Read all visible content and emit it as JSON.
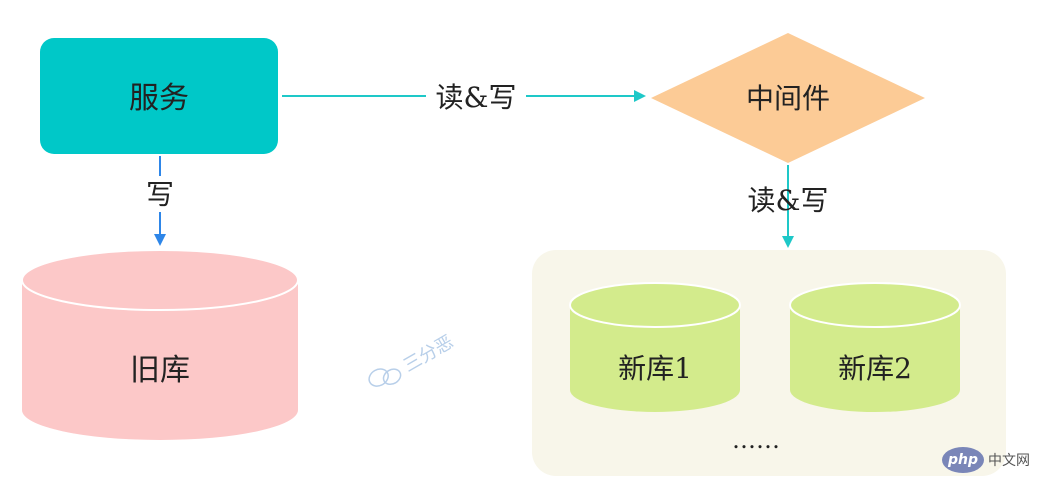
{
  "nodes": {
    "service": "服务",
    "middleware": "中间件",
    "old_db": "旧库",
    "new_db_1": "新库1",
    "new_db_2": "新库2",
    "ellipsis": "……"
  },
  "edges": {
    "service_to_middleware": "读&写",
    "service_to_old_db": "写",
    "middleware_to_new_dbs": "读&写"
  },
  "watermark": {
    "icon": "wechat-icon",
    "text": "三分恶"
  },
  "branding": {
    "logo_text": "php",
    "site_text": "中文网"
  },
  "colors": {
    "service": "#00c8c8",
    "middleware": "#fccb96",
    "old_db": "#fcc8c8",
    "new_db": "#d3eb8c",
    "group_bg": "#f8f6ea",
    "arrow_cyan": "#1ec8c8",
    "arrow_blue": "#2e86e8"
  }
}
